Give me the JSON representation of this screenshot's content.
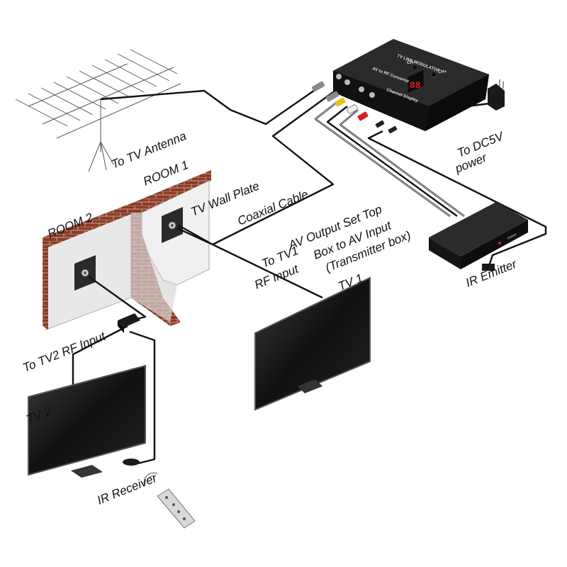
{
  "labels": {
    "to_tv_antenna": "To TV Antenna",
    "room1": "ROOM 1",
    "room2": "ROOM 2",
    "tv_wall_plate": "TV Wall Plate",
    "coaxial_cable": "Coaxial Cable",
    "av_output_line1": "AV Output Set Top",
    "av_output_line2": "Box to AV Input",
    "av_output_line3": "(Transmitter box)",
    "to_dc5v_line1": "To DC5V",
    "to_dc5v_line2": "power",
    "to_tv1_line1": "To TV1",
    "to_tv1_line2": "RF Input",
    "tv1": "TV 1",
    "ir_emitter": "IR Emitter",
    "to_tv2_rf_input": "To TV2 RF Input",
    "tv2": "TV 2",
    "ir_receiver": "IR Receiver"
  },
  "device": {
    "title": "TV LINK MODULATOR",
    "display": "88",
    "channel_display": "Channel Display",
    "av_to_rf": "AV to RF Converter",
    "ch_minus": "CH-",
    "ch_plus": "CH+"
  },
  "colors": {
    "brick": "#8c3b2a",
    "mortar": "#c9a58a",
    "plaster": "#ececec",
    "device_body": "#1a1a1a",
    "display_red": "#e0201a",
    "rca_yellow": "#e8c21a",
    "rca_white": "#f2f2f2",
    "rca_red": "#d42020"
  },
  "icons": [
    "antenna-icon",
    "tv-icon",
    "remote-control-icon",
    "power-adapter-icon",
    "ir-emitter-icon",
    "ir-receiver-icon",
    "set-top-box-icon",
    "modulator-icon",
    "wall-plate-icon"
  ]
}
